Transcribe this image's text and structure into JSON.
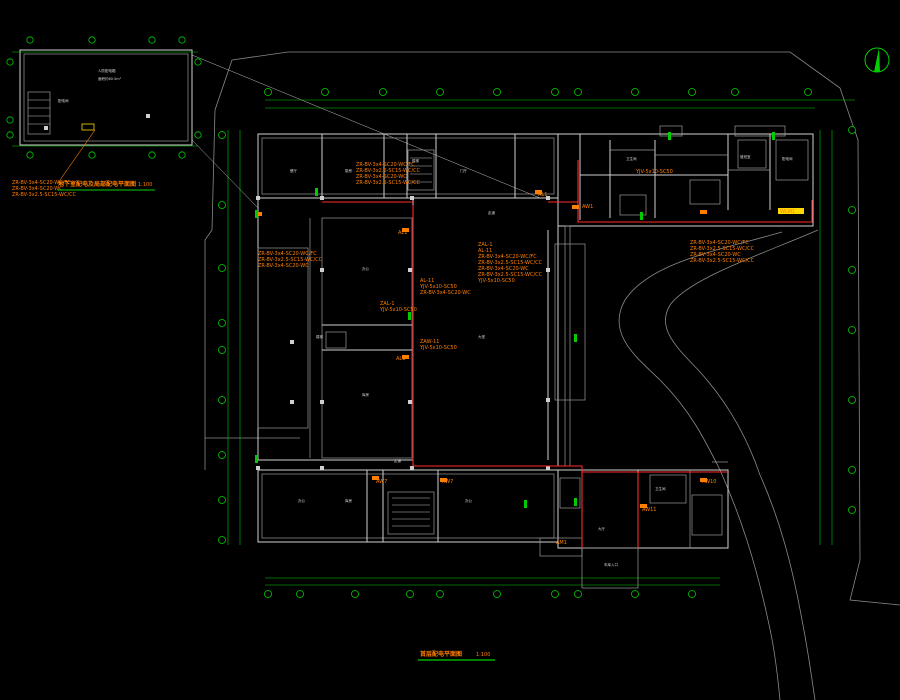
{
  "drawing": {
    "main_title": "首层配电平面图",
    "main_scale": "1:100",
    "inset_title": "地下室配电及局部配电平面图",
    "inset_scale": "1:100",
    "inset_note_1": "人防配电箱",
    "inset_note_2": "面积约60.5m²",
    "inset_room": "配电间",
    "circuit_labels": [
      "ZR-BV-3x4-SC20-WC/FC",
      "ZR-BV-3x2.5-SC15-WC/CC",
      "ZR-BV-3x4-SC20-WC",
      "WLM1",
      "AL1",
      "AW1",
      "AW7",
      "AW10",
      "AW11",
      "ZAL-1",
      "ZAW-11",
      "YJV-5x10-SC50",
      "AL-11",
      "AM1"
    ],
    "room_labels": [
      "餐厅",
      "厨房",
      "门厅",
      "大堂",
      "走道",
      "办公",
      "库房",
      "卫生间",
      "配电间",
      "楼梯",
      "大厅",
      "值班室",
      "车库入口"
    ]
  },
  "colors": {
    "background": "#000000",
    "grid": "#00d000",
    "walls": "#cfcfcf",
    "circuits": "#ff2a2a",
    "labels": "#ff7f00",
    "markers": "#ffd800"
  }
}
